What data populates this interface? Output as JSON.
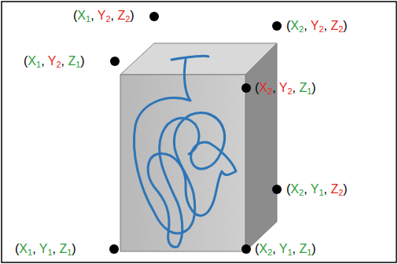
{
  "diagram": {
    "labels": [
      "(X1, Y2, Z2)",
      "(X2, Y2, Z2)",
      "(X1, Y2, Z1)",
      "(X2, Y2, Z1)",
      "(X2, Y1, Z2)",
      "(X1, Y1, Z1)",
      "(X2, Y1, Z1)"
    ]
  }
}
